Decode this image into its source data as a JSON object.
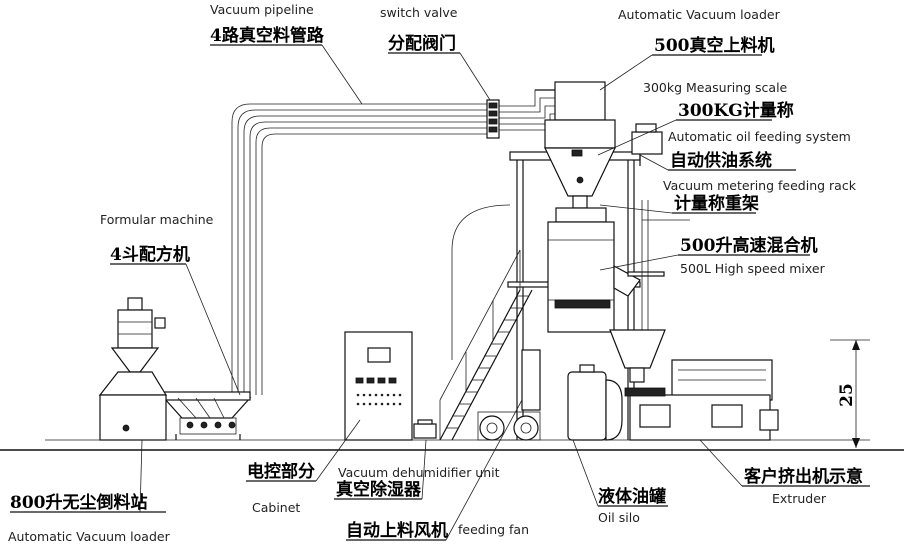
{
  "labels": {
    "vacuum_pipeline": {
      "en": "Vacuum pipeline",
      "cn": "4路真空料管路"
    },
    "switch_valve": {
      "en": "switch valve",
      "cn": "分配阀门"
    },
    "vacuum_loader_top": {
      "en": "Automatic Vacuum loader",
      "cn": "500真空上料机"
    },
    "measuring_scale": {
      "en": "300kg Measuring scale",
      "cn": "300KG计量称"
    },
    "oil_feeding": {
      "en": "Automatic oil feeding system",
      "cn": "自动供油系统"
    },
    "metering_rack": {
      "en": "Vacuum metering feeding rack",
      "cn": "计量称重架"
    },
    "mixer": {
      "en": "500L High speed mixer",
      "cn": "500升高速混合机"
    },
    "formular_machine": {
      "en": "Formular machine",
      "cn": "4斗配方机"
    },
    "cabinet": {
      "en": "Cabinet",
      "cn": "电控部分"
    },
    "dehumidifier": {
      "en": "Vacuum dehumidifier unit",
      "cn": "真空除湿器"
    },
    "feeding_fan": {
      "en": "feeding fan",
      "cn": "自动上料风机"
    },
    "oil_silo": {
      "en": "Oil silo",
      "cn": "液体油罐"
    },
    "extruder": {
      "en": "Extruder",
      "cn": "客户挤出机示意"
    },
    "dust_free_station": {
      "en": "Automatic Vacuum loader",
      "cn": "800升无尘倒料站"
    }
  },
  "dimension": {
    "value": "25"
  }
}
